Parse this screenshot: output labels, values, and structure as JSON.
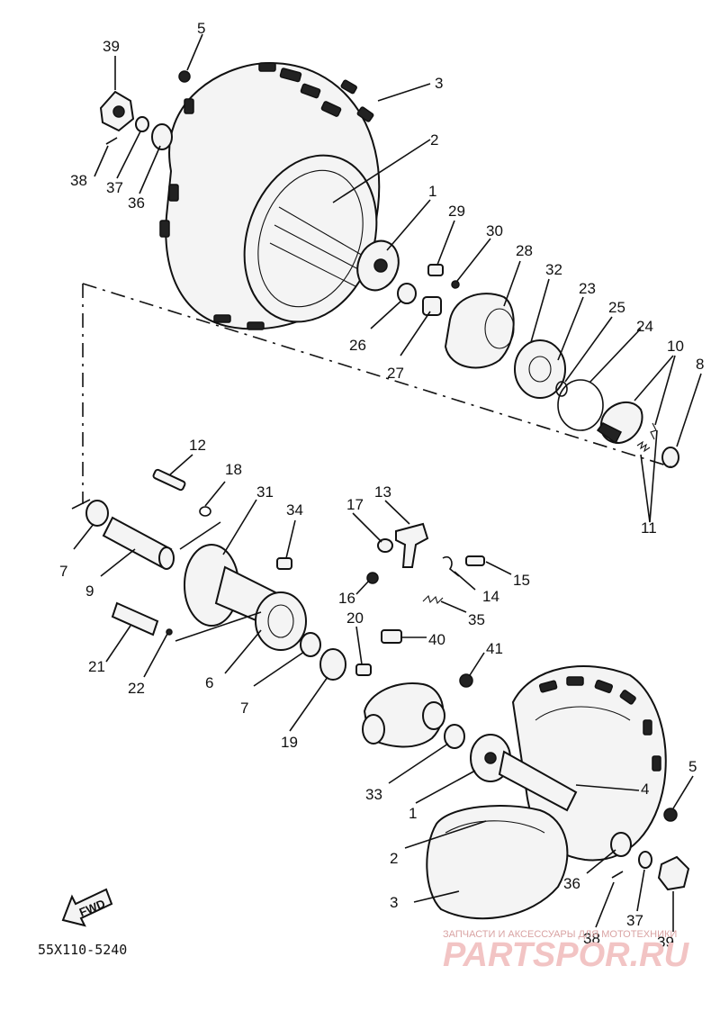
{
  "diagram": {
    "code": "55X110-5240",
    "fwd_label": "FWD",
    "watermark": {
      "caption": "ЗАПЧАСТИ И АКСЕССУАРЫ ДЛЯ МОТОТЕХНИКИ",
      "brand": "PARTSPOR.RU"
    }
  },
  "callouts": [
    {
      "id": "c39a",
      "num": "39"
    },
    {
      "id": "c5a",
      "num": "5"
    },
    {
      "id": "c3a",
      "num": "3"
    },
    {
      "id": "c2a",
      "num": "2"
    },
    {
      "id": "c38a",
      "num": "38"
    },
    {
      "id": "c37a",
      "num": "37"
    },
    {
      "id": "c36a",
      "num": "36"
    },
    {
      "id": "c1a",
      "num": "1"
    },
    {
      "id": "c29",
      "num": "29"
    },
    {
      "id": "c30",
      "num": "30"
    },
    {
      "id": "c28",
      "num": "28"
    },
    {
      "id": "c32",
      "num": "32"
    },
    {
      "id": "c23",
      "num": "23"
    },
    {
      "id": "c25",
      "num": "25"
    },
    {
      "id": "c24",
      "num": "24"
    },
    {
      "id": "c10",
      "num": "10"
    },
    {
      "id": "c8",
      "num": "8"
    },
    {
      "id": "c26",
      "num": "26"
    },
    {
      "id": "c27",
      "num": "27"
    },
    {
      "id": "c12",
      "num": "12"
    },
    {
      "id": "c18",
      "num": "18"
    },
    {
      "id": "c31",
      "num": "31"
    },
    {
      "id": "c13",
      "num": "13"
    },
    {
      "id": "c17",
      "num": "17"
    },
    {
      "id": "c34",
      "num": "34"
    },
    {
      "id": "c11",
      "num": "11"
    },
    {
      "id": "c7a",
      "num": "7"
    },
    {
      "id": "c9",
      "num": "9"
    },
    {
      "id": "c15",
      "num": "15"
    },
    {
      "id": "c16",
      "num": "16"
    },
    {
      "id": "c14",
      "num": "14"
    },
    {
      "id": "c35",
      "num": "35"
    },
    {
      "id": "c20",
      "num": "20"
    },
    {
      "id": "c40",
      "num": "40"
    },
    {
      "id": "c41",
      "num": "41"
    },
    {
      "id": "c21",
      "num": "21"
    },
    {
      "id": "c22",
      "num": "22"
    },
    {
      "id": "c6",
      "num": "6"
    },
    {
      "id": "c7b",
      "num": "7"
    },
    {
      "id": "c19",
      "num": "19"
    },
    {
      "id": "c33",
      "num": "33"
    },
    {
      "id": "c1b",
      "num": "1"
    },
    {
      "id": "c4",
      "num": "4"
    },
    {
      "id": "c5b",
      "num": "5"
    },
    {
      "id": "c2b",
      "num": "2"
    },
    {
      "id": "c36b",
      "num": "36"
    },
    {
      "id": "c3b",
      "num": "3"
    },
    {
      "id": "c37b",
      "num": "37"
    },
    {
      "id": "c38b",
      "num": "38"
    },
    {
      "id": "c39b",
      "num": "39"
    }
  ]
}
